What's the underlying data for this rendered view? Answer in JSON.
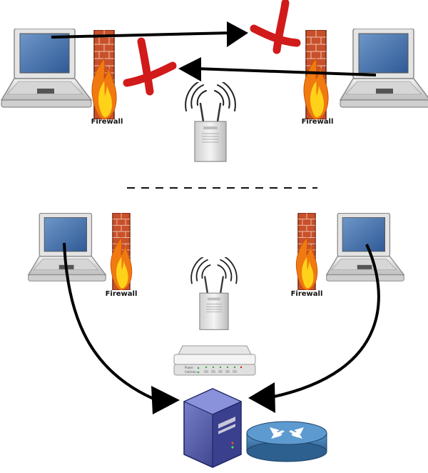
{
  "diagram": {
    "top_scenario": {
      "firewall_left": {
        "label": "Firewall"
      },
      "firewall_right": {
        "label": "Firewall"
      }
    },
    "bottom_scenario": {
      "firewall_left": {
        "label": "Firewall"
      },
      "firewall_right": {
        "label": "Firewall"
      },
      "modem": {
        "power_label": "Power",
        "collision_label": "Collision"
      }
    }
  },
  "colors": {
    "arrow": "#000000",
    "blocked_x": "#d11a1a",
    "brick": "#c8502a",
    "flame_outer": "#f07a10",
    "flame_inner": "#ffd21a",
    "server": "#4a50a0",
    "router": "#3f7fb8",
    "laptop_screen": "#3d6aa6"
  }
}
